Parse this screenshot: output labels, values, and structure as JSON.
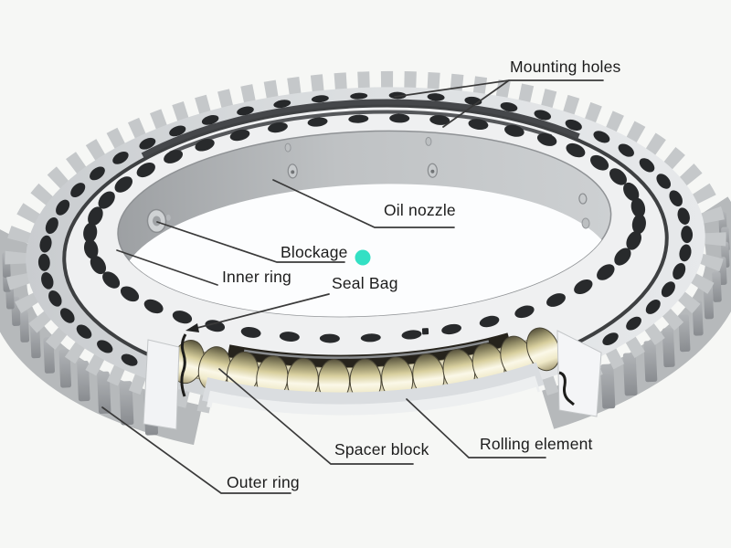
{
  "diagram": {
    "subject": "slewing-ring-bearing",
    "labels": {
      "mounting_holes": "Mounting holes",
      "oil_nozzle": "Oil nozzle",
      "blockage": "Blockage",
      "inner_ring": "Inner ring",
      "seal_bag": "Seal Bag",
      "spacer_block": "Spacer block",
      "rolling_element": "Rolling element",
      "outer_ring": "Outer ring"
    },
    "colors": {
      "indicator_dot": "#33e0c4",
      "leader_line": "#3a3a3a",
      "label_text": "#1c1c1c",
      "background": "#f6f7f5",
      "metal_light": "#e6e8ea",
      "metal_mid": "#c6c9cb",
      "metal_dark": "#8e9194",
      "hole_dark": "#26282a",
      "groove_dark": "#3e4042",
      "roller_gold_light": "#fbf8e8",
      "roller_gold_mid": "#d8cf9e",
      "roller_gold_dark": "#57523c"
    }
  }
}
